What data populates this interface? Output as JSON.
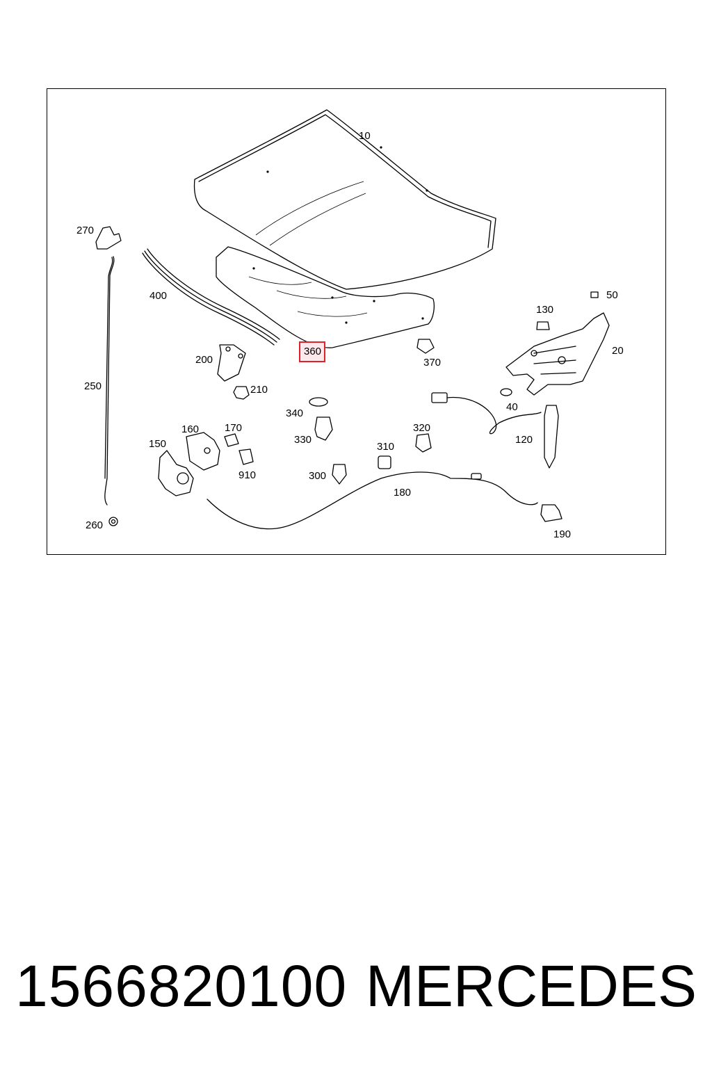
{
  "footer": {
    "part_number": "1566820100",
    "brand": "MERCEDES"
  },
  "highlight": {
    "callout": "360",
    "color": "#e0202a"
  },
  "callouts": [
    {
      "id": "10",
      "label": "10"
    },
    {
      "id": "20",
      "label": "20"
    },
    {
      "id": "40",
      "label": "40"
    },
    {
      "id": "50",
      "label": "50"
    },
    {
      "id": "120",
      "label": "120"
    },
    {
      "id": "130",
      "label": "130"
    },
    {
      "id": "150",
      "label": "150"
    },
    {
      "id": "160",
      "label": "160"
    },
    {
      "id": "170",
      "label": "170"
    },
    {
      "id": "180",
      "label": "180"
    },
    {
      "id": "190",
      "label": "190"
    },
    {
      "id": "200",
      "label": "200"
    },
    {
      "id": "210",
      "label": "210"
    },
    {
      "id": "250",
      "label": "250"
    },
    {
      "id": "260",
      "label": "260"
    },
    {
      "id": "270",
      "label": "270"
    },
    {
      "id": "300",
      "label": "300"
    },
    {
      "id": "310",
      "label": "310"
    },
    {
      "id": "320",
      "label": "320"
    },
    {
      "id": "330",
      "label": "330"
    },
    {
      "id": "340",
      "label": "340"
    },
    {
      "id": "360",
      "label": "360"
    },
    {
      "id": "370",
      "label": "370"
    },
    {
      "id": "400",
      "label": "400"
    },
    {
      "id": "910",
      "label": "910"
    }
  ]
}
